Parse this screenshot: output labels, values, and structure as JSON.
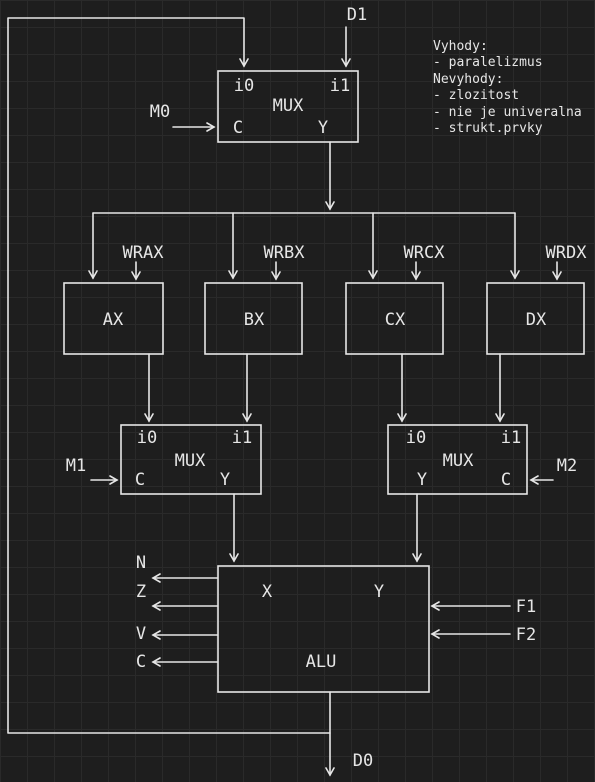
{
  "signals": {
    "d1": "D1",
    "d0": "D0",
    "m0": "M0",
    "m1": "M1",
    "m2": "M2",
    "f1": "F1",
    "f2": "F2",
    "wrax": "WRAX",
    "wrbx": "WRBX",
    "wrcx": "WRCX",
    "wrdx": "WRDX"
  },
  "mux_top": {
    "in0": "i0",
    "in1": "i1",
    "title": "MUX",
    "ctrl": "C",
    "out": "Y"
  },
  "mux_left": {
    "in0": "i0",
    "in1": "i1",
    "title": "MUX",
    "ctrl": "C",
    "out": "Y"
  },
  "mux_right": {
    "in0": "i0",
    "in1": "i1",
    "title": "MUX",
    "out": "Y",
    "ctrl": "C"
  },
  "registers": {
    "ax": "AX",
    "bx": "BX",
    "cx": "CX",
    "dx": "DX"
  },
  "alu": {
    "title": "ALU",
    "x": "X",
    "y": "Y"
  },
  "flags": {
    "n": "N",
    "z": "Z",
    "v": "V",
    "c": "C"
  },
  "notes": {
    "vyhody": "Vyhody:",
    "pro1": "- paralelizmus",
    "nevyhody": "Nevyhody:",
    "con1": "- zlozitost",
    "con2": "- nie je univeralna",
    "con3": "- strukt.prvky"
  }
}
